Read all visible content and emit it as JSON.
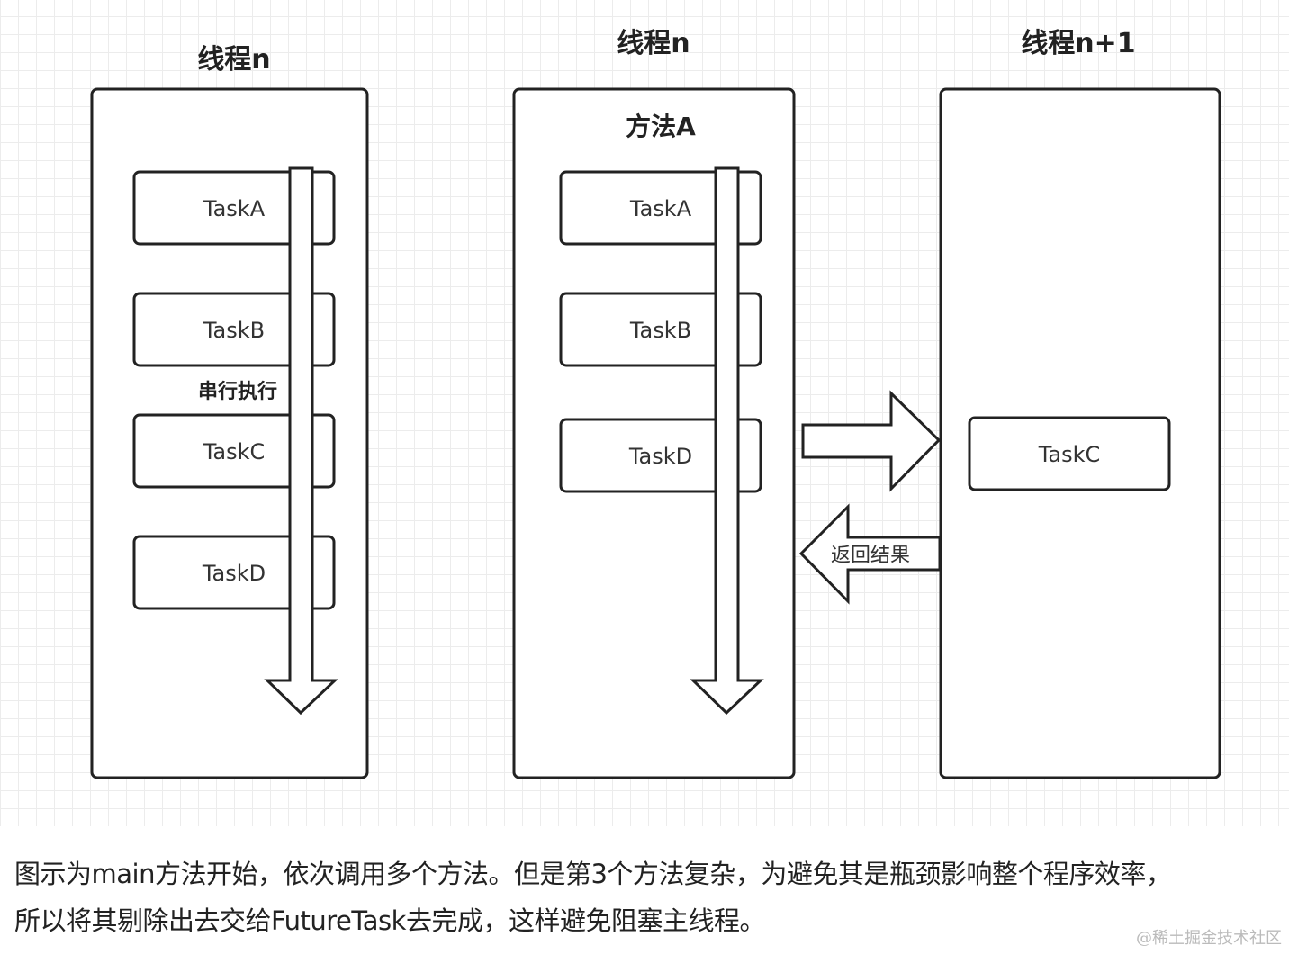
{
  "lanes": [
    {
      "title": "线程n"
    },
    {
      "title": "线程n",
      "method": "方法A"
    },
    {
      "title": "线程n+1"
    }
  ],
  "lane1_tasks": [
    "TaskA",
    "TaskB",
    "TaskC",
    "TaskD"
  ],
  "lane2_tasks": [
    "TaskA",
    "TaskB",
    "TaskD"
  ],
  "lane3_tasks": [
    "TaskC"
  ],
  "serial_label": "串行执行",
  "return_label": "返回结果",
  "caption": {
    "line1": "图示为main方法开始，依次调用多个方法。但是第3个方法复杂，为避免其是瓶颈影响整个程序效率，",
    "line2": "所以将其剔除出去交给FutureTask去完成，这样避免阻塞主线程。"
  },
  "watermark": "@稀土掘金技术社区"
}
